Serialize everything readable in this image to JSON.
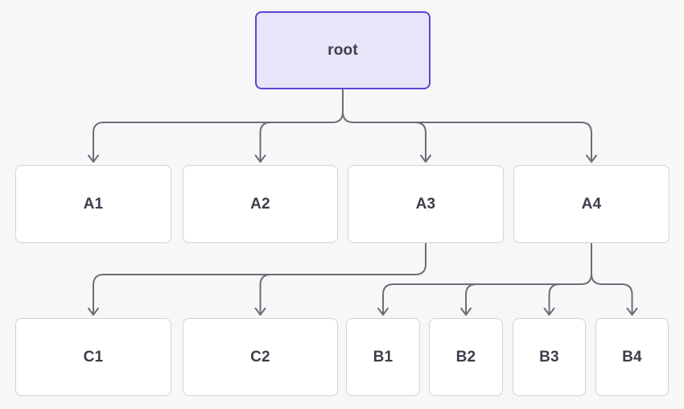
{
  "diagram": {
    "type": "tree",
    "nodes": [
      {
        "id": "root",
        "label": "root",
        "variant": "root"
      },
      {
        "id": "A1",
        "label": "A1",
        "variant": "default"
      },
      {
        "id": "A2",
        "label": "A2",
        "variant": "default"
      },
      {
        "id": "A3",
        "label": "A3",
        "variant": "default"
      },
      {
        "id": "A4",
        "label": "A4",
        "variant": "default"
      },
      {
        "id": "C1",
        "label": "C1",
        "variant": "default"
      },
      {
        "id": "C2",
        "label": "C2",
        "variant": "default"
      },
      {
        "id": "B1",
        "label": "B1",
        "variant": "default"
      },
      {
        "id": "B2",
        "label": "B2",
        "variant": "default"
      },
      {
        "id": "B3",
        "label": "B3",
        "variant": "default"
      },
      {
        "id": "B4",
        "label": "B4",
        "variant": "default"
      }
    ],
    "edges": [
      {
        "from": "root",
        "to": "A1"
      },
      {
        "from": "root",
        "to": "A2"
      },
      {
        "from": "root",
        "to": "A3"
      },
      {
        "from": "root",
        "to": "A4"
      },
      {
        "from": "A3",
        "to": "C1"
      },
      {
        "from": "A3",
        "to": "C2"
      },
      {
        "from": "A4",
        "to": "B1"
      },
      {
        "from": "A4",
        "to": "B2"
      },
      {
        "from": "A4",
        "to": "B3"
      },
      {
        "from": "A4",
        "to": "B4"
      }
    ],
    "colors": {
      "background": "#f7f7f8",
      "node_fill": "#ffffff",
      "node_border": "#d2d2da",
      "root_fill": "#e8e5f8",
      "root_border": "#5a46d7",
      "text": "#3f3d4b",
      "connector": "#6e6c78"
    }
  }
}
